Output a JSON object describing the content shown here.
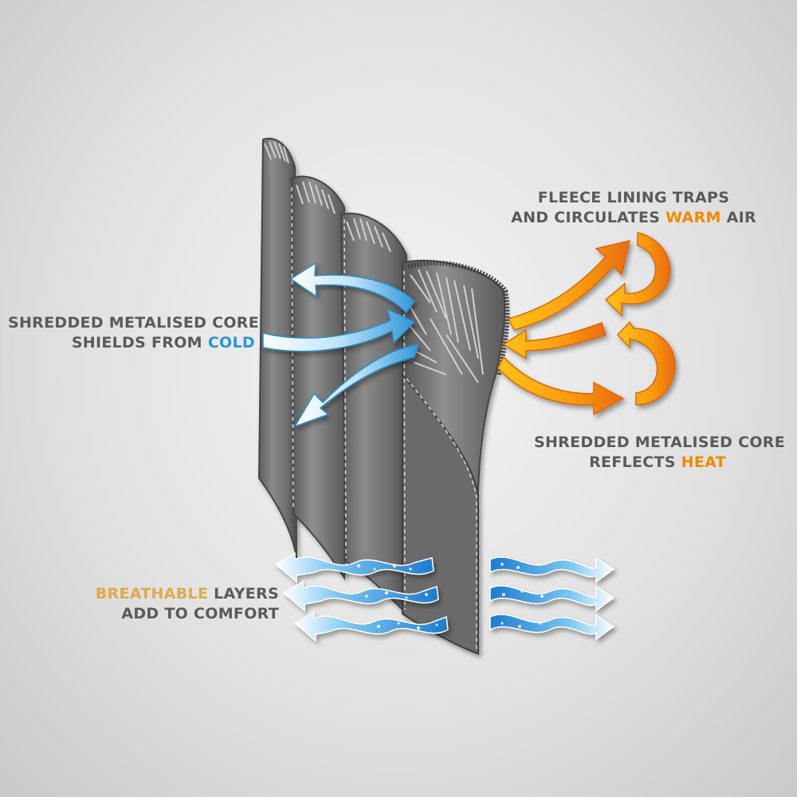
{
  "colors": {
    "text": "#5a5a5a",
    "cold_accent": "#2b95d6",
    "warm_accent": "#f08a00",
    "breathable_accent": "#e0a94a",
    "fabric": "#7c7c7c",
    "fabric_dark": "#555555",
    "core_fibers": "#cfcfcf"
  },
  "labels": {
    "shields_cold": {
      "line1": "SHREDDED METALISED CORE",
      "line2_prefix": "SHIELDS FROM ",
      "line2_highlight": "COLD"
    },
    "fleece_lining": {
      "line1": "FLEECE LINING TRAPS",
      "line2_prefix": "AND CIRCULATES ",
      "line2_highlight": "WARM",
      "line2_suffix": " AIR"
    },
    "reflects_heat": {
      "line1": "SHREDDED METALISED CORE",
      "line2_prefix": "REFLECTS ",
      "line2_highlight": "HEAT"
    },
    "breathable": {
      "line1_highlight": "BREATHABLE",
      "line1_suffix": " LAYERS",
      "line2": "ADD TO COMFORT"
    }
  },
  "icons": {
    "cold_arrows": "cold-air-arrows-icon",
    "warm_arrows": "warm-air-arrows-icon",
    "breathable_waves": "breathable-wave-arrows-icon"
  }
}
